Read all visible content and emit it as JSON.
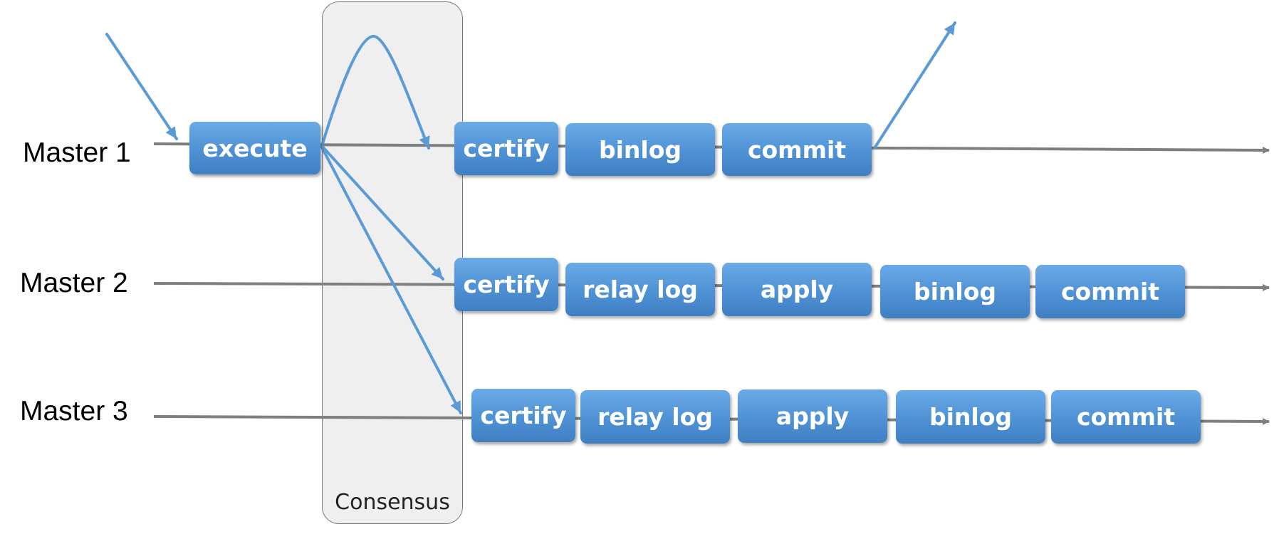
{
  "diagram": {
    "consensus_label": "Consensus",
    "masters": [
      {
        "label": "Master 1",
        "steps": [
          "execute",
          "certify",
          "binlog",
          "commit"
        ]
      },
      {
        "label": "Master 2",
        "steps": [
          "certify",
          "relay log",
          "apply",
          "binlog",
          "commit"
        ]
      },
      {
        "label": "Master 3",
        "steps": [
          "certify",
          "relay log",
          "apply",
          "binlog",
          "commit"
        ]
      }
    ],
    "colors": {
      "box": "#4e91d4",
      "arrow_blue": "#5b9bd5",
      "timeline_gray": "#808080",
      "consensus_fill": "#efefef"
    }
  }
}
